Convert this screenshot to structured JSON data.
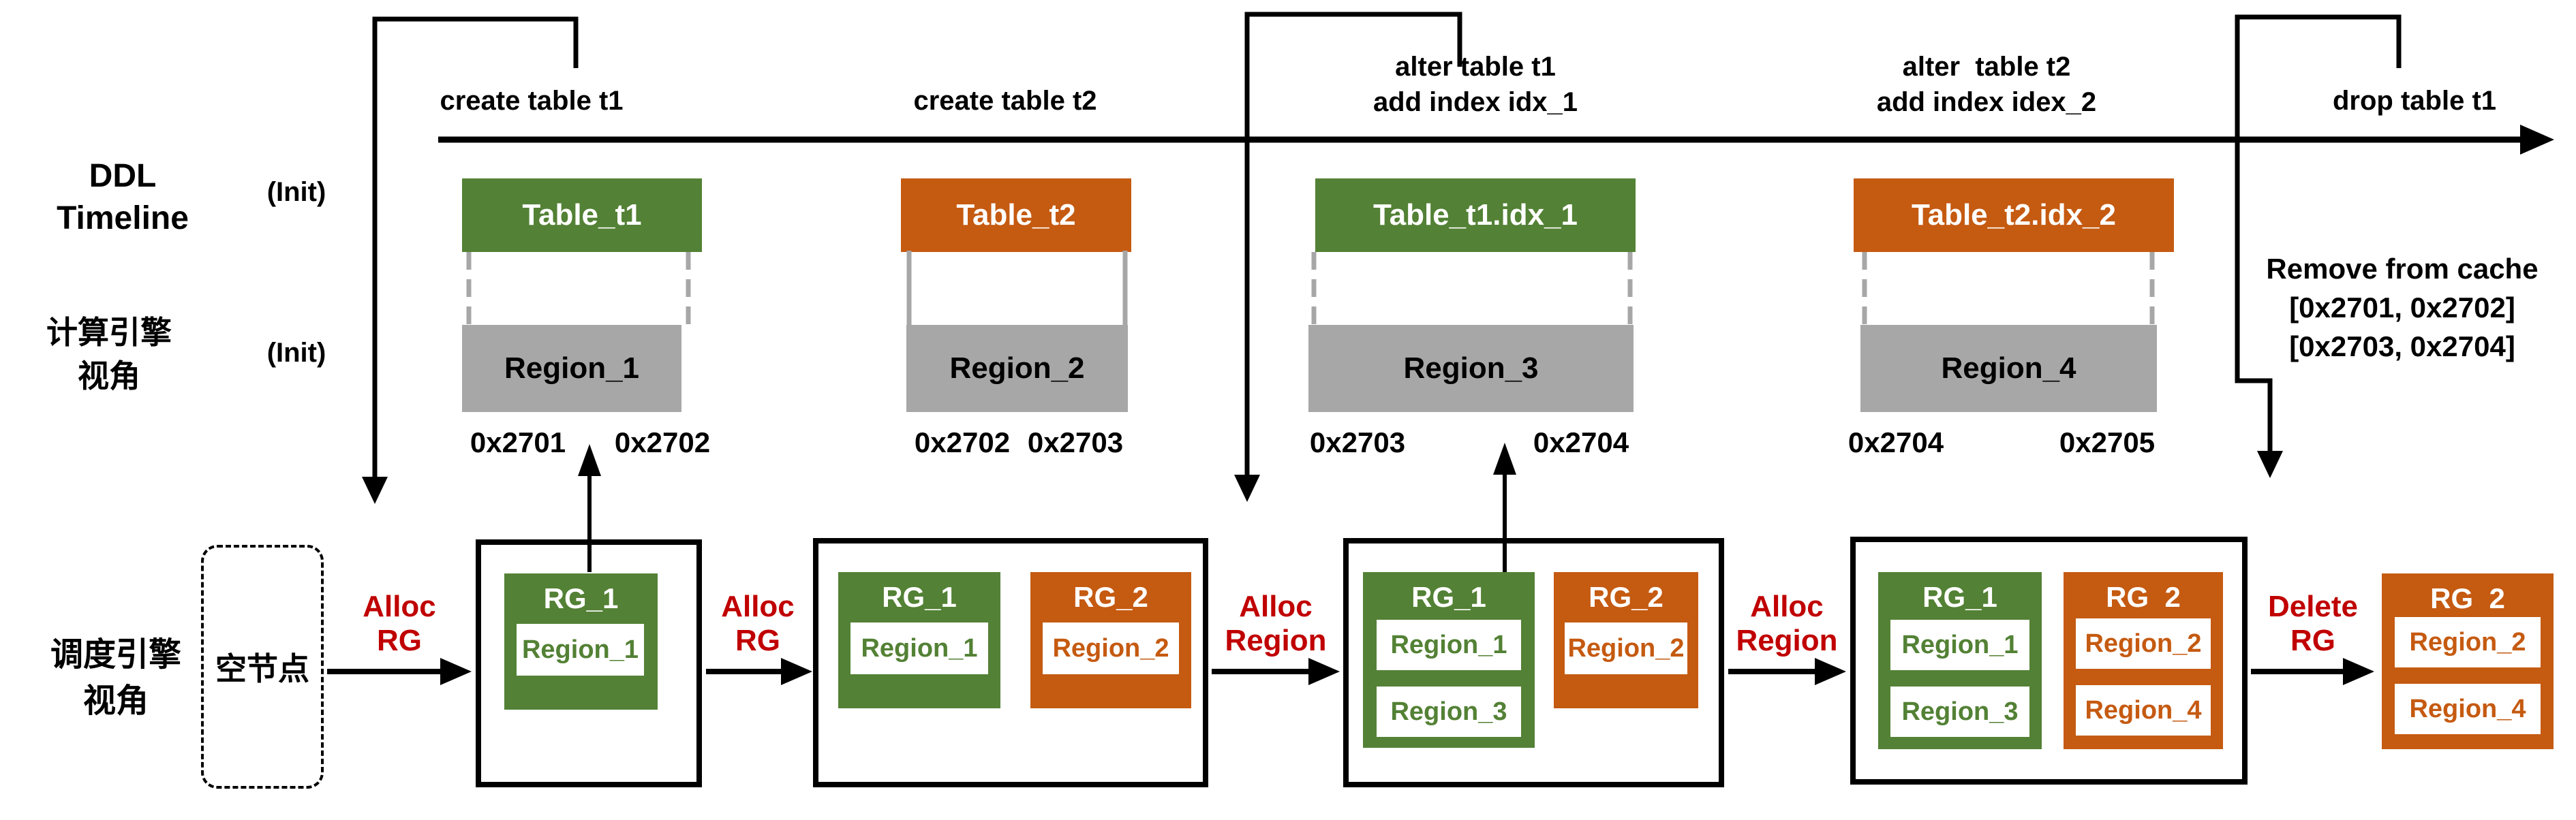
{
  "colors": {
    "green": "#538135",
    "orange": "#C55A11",
    "gray": "#A7A7A7",
    "red": "#C00000",
    "black": "#000000"
  },
  "left_labels": {
    "ddl1": "DDL",
    "ddl2": "Timeline",
    "init_top": "(Init)",
    "compute1": "计算引擎",
    "compute2": "视角",
    "init_mid": "(Init)",
    "sched1": "调度引擎",
    "sched2": "视角"
  },
  "events": [
    {
      "label": "create table t1"
    },
    {
      "label": "create table t2"
    },
    {
      "line1": "alter table t1",
      "line2": "add index idx_1"
    },
    {
      "line1": "alter  table t2",
      "line2": "add index idex_2"
    },
    {
      "label": "drop table t1"
    }
  ],
  "tables": [
    {
      "name": "Table_t1",
      "region": "Region_1",
      "start": "0x2701",
      "end": "0x2702"
    },
    {
      "name": "Table_t2",
      "region": "Region_2",
      "start": "0x2702",
      "end": "0x2703"
    },
    {
      "name": "Table_t1.idx_1",
      "region": "Region_3",
      "start": "0x2703",
      "end": "0x2704"
    },
    {
      "name": "Table_t2.idx_2",
      "region": "Region_4",
      "start": "0x2704",
      "end": "0x2705"
    }
  ],
  "remove_from_cache": {
    "line1": "Remove from cache",
    "line2": "[0x2701, 0x2702]",
    "line3": "[0x2703, 0x2704]"
  },
  "scheduler": {
    "empty_node": "空节点",
    "steps": [
      {
        "l1": "Alloc",
        "l2": "RG"
      },
      {
        "l1": "Alloc",
        "l2": "RG"
      },
      {
        "l1": "Alloc",
        "l2": "Region"
      },
      {
        "l1": "Alloc",
        "l2": "Region"
      },
      {
        "l1": "Delete",
        "l2": "RG"
      }
    ],
    "nodes": [
      {
        "rg1": {
          "name": "RG_1",
          "regions": [
            "Region_1"
          ]
        }
      },
      {
        "rg1": {
          "name": "RG_1",
          "regions": [
            "Region_1"
          ]
        },
        "rg2": {
          "name": "RG_2",
          "regions": [
            "Region_2"
          ]
        }
      },
      {
        "rg1": {
          "name": "RG_1",
          "regions": [
            "Region_1",
            "Region_3"
          ]
        },
        "rg2": {
          "name": "RG_2",
          "regions": [
            "Region_2"
          ]
        }
      },
      {
        "rg1": {
          "name": "RG_1",
          "regions": [
            "Region_1",
            "Region_3"
          ]
        },
        "rg2": {
          "name": "RG  2",
          "regions": [
            "Region_2",
            "Region_4"
          ]
        }
      },
      {
        "rg2": {
          "name": "RG  2",
          "regions": [
            "Region_2",
            "Region_4"
          ]
        }
      }
    ]
  }
}
